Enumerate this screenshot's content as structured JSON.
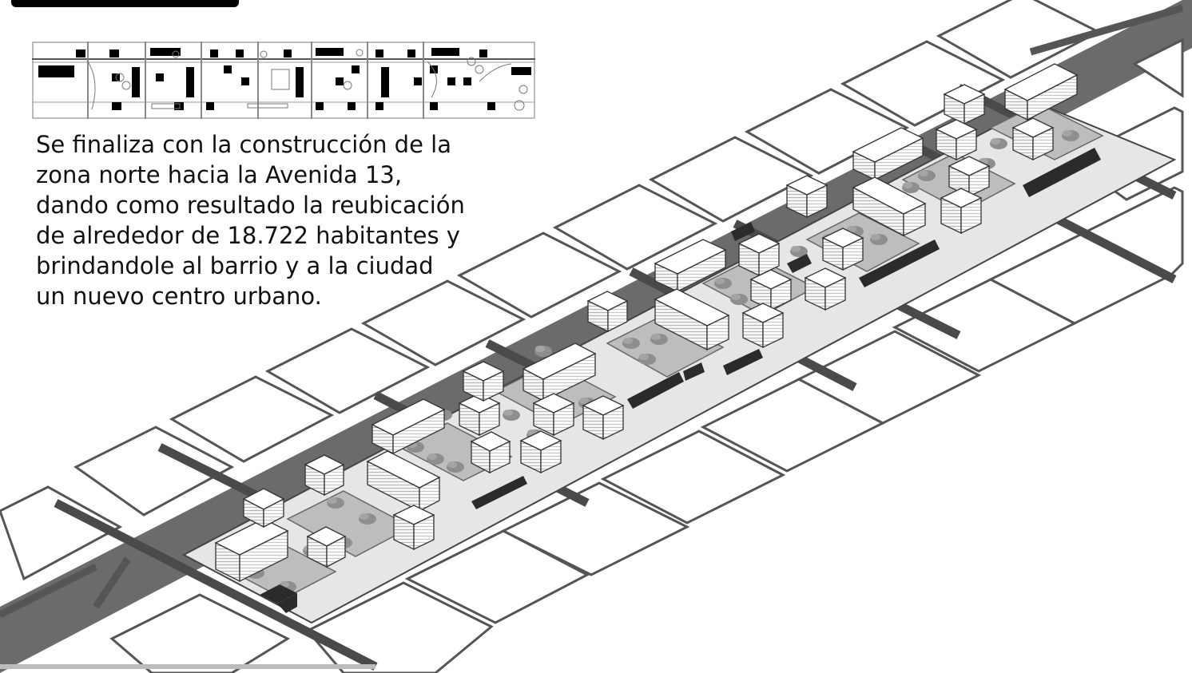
{
  "description": {
    "text": "Se finaliza con la construcción de la\nzona norte hacia la Avenida 13,\ndando como resultado la reubicación\nde alrededor de 18.722 habitantes  y\nbrindandole al barrio y a la ciudad\nun nuevo centro urbano."
  },
  "colors": {
    "road": "#5c5c5c",
    "block_edge": "#555555",
    "block_fill": "#ffffff",
    "plaza_fill": "#bdbdbd",
    "building_top": "#ffffff",
    "building_side": "#f2f2f2",
    "tree": "#8c8c8c",
    "dark_building": "#2b2b2b",
    "text": "#111111"
  },
  "icons": {
    "plan": "site-plan-strip",
    "axonometric": "isometric-urban-model"
  }
}
